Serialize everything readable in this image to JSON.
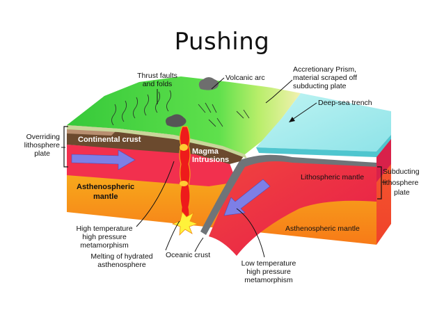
{
  "slide": {
    "title": "Pushing"
  },
  "labels": {
    "thrust_faults_1": "Thrust faults",
    "thrust_faults_2": "and folds",
    "volcanic_arc": "Volcanic arc",
    "accretionary_1": "Accretionary Prism,",
    "accretionary_2": "material scraped off",
    "accretionary_3": "subducting plate",
    "deep_sea_trench": "Deep-sea trench",
    "overriding_1": "Overriding",
    "overriding_2": "lithosphere",
    "overriding_3": "plate",
    "continental_crust": "Continental crust",
    "magma_1": "Magma",
    "magma_2": "Intrusions",
    "lithospheric_mantle": "Lithospheric mantle",
    "subducting_1": "Subducting",
    "subducting_2": "lithosphere",
    "subducting_3": "plate",
    "asthenospheric_left_1": "Asthenospheric",
    "asthenospheric_left_2": "mantle",
    "asthenospheric_right": "Asthenospheric mantle",
    "high_temp_1": "High temperature",
    "high_temp_2": "high pressure",
    "high_temp_3": "metamorphism",
    "melting_1": "Melting of hydrated",
    "melting_2": "asthenosphere",
    "oceanic_crust": "Oceanic crust",
    "low_temp_1": "Low temperature",
    "low_temp_2": "high pressure",
    "low_temp_3": "metamorphism"
  },
  "colors": {
    "land_green": "#4fd84a",
    "continental_brown": "#6b4a2e",
    "lithosphere_red": "#f2304e",
    "asthenosphere_orange": "#f7a21a",
    "ocean_cyan": "#9fe9ec",
    "arrow_blue": "#7d7fe6",
    "magma_red": "#ee1b1b"
  }
}
